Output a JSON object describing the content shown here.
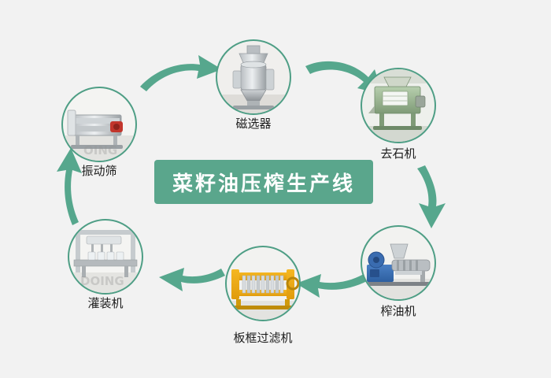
{
  "page": {
    "background_color": "#f2f2f2",
    "accent_color": "#4e9e85",
    "badge_color": "#5aa68c",
    "arrow_color": "#56a78d"
  },
  "center": {
    "title": "菜籽油压榨生产线"
  },
  "nodes": [
    {
      "id": "vibrating-screen",
      "label": "振动筛",
      "icon": "vibrating-screen-photo",
      "watermark": "DOING"
    },
    {
      "id": "magnetic-separator",
      "label": "磁选器",
      "icon": "magnetic-separator-photo",
      "watermark": ""
    },
    {
      "id": "destoner",
      "label": "去石机",
      "icon": "destoner-photo",
      "watermark": ""
    },
    {
      "id": "oil-press",
      "label": "榨油机",
      "icon": "oil-press-photo",
      "watermark": ""
    },
    {
      "id": "plate-frame-filter",
      "label": "板框过滤机",
      "icon": "plate-frame-filter-photo",
      "watermark": ""
    },
    {
      "id": "filling-machine",
      "label": "灌装机",
      "icon": "filling-machine-photo",
      "watermark": "DOING"
    }
  ],
  "arrows": [
    {
      "id": "arrow-screen-to-separator",
      "from": "vibrating-screen",
      "to": "magnetic-separator"
    },
    {
      "id": "arrow-separator-to-destoner",
      "from": "magnetic-separator",
      "to": "destoner"
    },
    {
      "id": "arrow-destoner-to-press",
      "from": "destoner",
      "to": "oil-press"
    },
    {
      "id": "arrow-press-to-filter",
      "from": "oil-press",
      "to": "plate-frame-filter"
    },
    {
      "id": "arrow-filter-to-filling",
      "from": "plate-frame-filter",
      "to": "filling-machine"
    },
    {
      "id": "arrow-filling-to-screen",
      "from": "filling-machine",
      "to": "vibrating-screen"
    }
  ]
}
